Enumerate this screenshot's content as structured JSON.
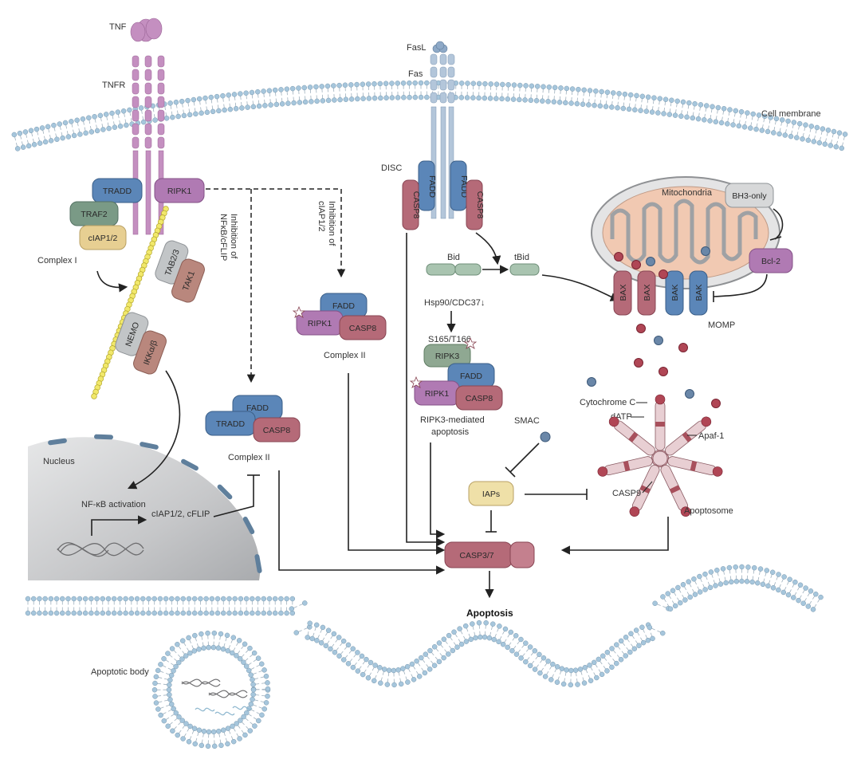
{
  "labels": {
    "tnf": "TNF",
    "tnfr": "TNFR",
    "fasl": "FasL",
    "fas": "Fas",
    "cell_membrane": "Cell membrane",
    "disc": "DISC",
    "mitochondria": "Mitochondria",
    "complex1": "Complex I",
    "inhib_nfkb": [
      "Inhibition of",
      "NFκB/cFLIP"
    ],
    "inhib_ciap": [
      "Inhibition of",
      "cIAP1/2"
    ],
    "complex2_mid": "Complex II",
    "complex2_left": "Complex II",
    "hsp90": "Hsp90/CDC37↓",
    "s165": "S165/T166",
    "ripk3_mediated": [
      "RIPK3-mediated",
      "apoptosis"
    ],
    "momp": "MOMP",
    "cytochrome_c": "Cytochrome C",
    "datp": "dATP",
    "apaf1": "Apaf-1",
    "casp9": "CASP9",
    "apoptosome": "Apoptosome",
    "smac": "SMAC",
    "nucleus": "Nucleus",
    "nfkb_activation": "NF-κB activation",
    "ciap_cflip": "cIAP1/2, cFLIP",
    "apoptosis": "Apoptosis",
    "apoptotic_body": "Apoptotic body"
  },
  "proteins": {
    "tradd": "TRADD",
    "ripk1": "RIPK1",
    "traf2": "TRAF2",
    "ciap12": "cIAP1/2",
    "tab23": "TAB2/3",
    "tak1": "TAK1",
    "nemo": "NEMO",
    "ikk": "IKKα/β",
    "fadd": "FADD",
    "casp8": "CASP8",
    "bid": "Bid",
    "tbid": "tBid",
    "ripk3": "RIPK3",
    "bh3only": "BH3-only",
    "bcl2": "Bcl-2",
    "bax": "BAX",
    "bak": "BAK",
    "iaps": "IAPs",
    "casp37": "CASP3/7"
  },
  "colors": {
    "tnfr": "#c48fc0",
    "fas": "#a9bfd6",
    "tradd": "#5b86b8",
    "ripk1": "#b07ab3",
    "traf2": "#7a9a86",
    "ciap": "#e7cf92",
    "tab": "#c2c5c7",
    "tak1": "#b9877d",
    "fadd": "#5b86b8",
    "casp8": "#b56a78",
    "ripk3": "#8fa892",
    "bid": "#a9c4b0",
    "bcl2": "#b07ab3",
    "bax": "#b56a78",
    "bak": "#5b86b8",
    "iaps": "#efe0a8",
    "casp37": "#b56a78",
    "membrane_head": "#a6c6dc",
    "nucleus": "#c9cacb",
    "mito_inner": "#f1c9b2"
  }
}
